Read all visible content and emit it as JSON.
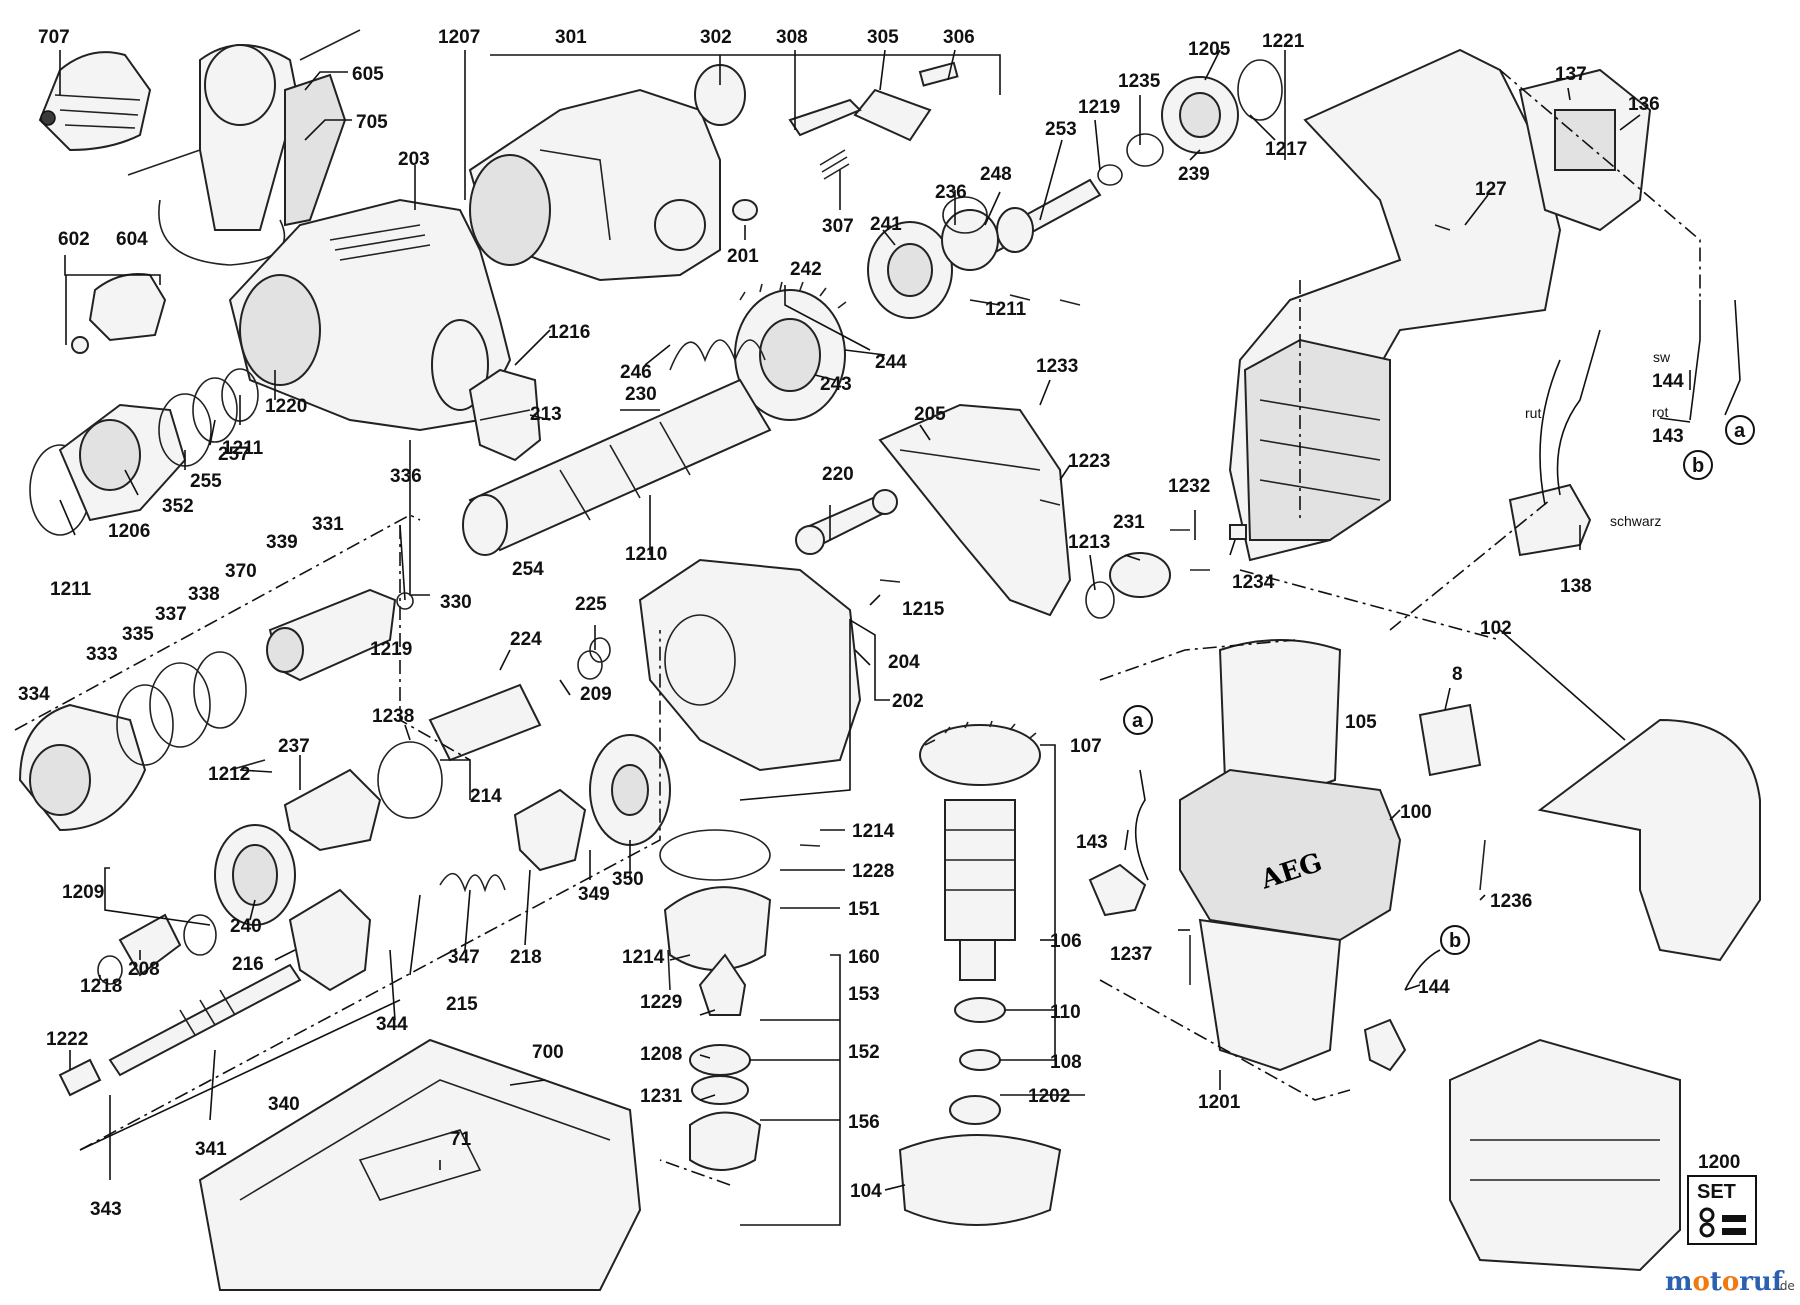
{
  "labels": {
    "p707": "707",
    "p605": "605",
    "p705": "705",
    "p203": "203",
    "p1207": "1207",
    "p301": "301",
    "p302": "302",
    "p308": "308",
    "p305": "305",
    "p306": "306",
    "p1205": "1205",
    "p1221": "1221",
    "p1235": "1235",
    "p1219a": "1219",
    "p253": "253",
    "p1217": "1217",
    "p239": "239",
    "p137": "137",
    "p136": "136",
    "p127": "127",
    "p307": "307",
    "p201": "201",
    "p236": "236",
    "p248": "248",
    "p241": "241",
    "p1211a": "1211",
    "p602": "602",
    "p604": "604",
    "p242": "242",
    "p244": "244",
    "p1216": "1216",
    "p246": "246",
    "p243": "243",
    "p230": "230",
    "p1233": "1233",
    "p205": "205",
    "p1211b": "1211",
    "p1220": "1220",
    "p213": "213",
    "p257": "257",
    "p255": "255",
    "p352": "352",
    "p1206": "1206",
    "p1211c": "1211",
    "p336": "336",
    "p331": "331",
    "p339": "339",
    "p370": "370",
    "p338": "338",
    "p337": "337",
    "p335": "335",
    "p333": "333",
    "p334": "334",
    "p254": "254",
    "p330": "330",
    "p1219b": "1219",
    "p1223": "1223",
    "p220": "220",
    "p1210": "1210",
    "p1232": "1232",
    "p231": "231",
    "p1213": "1213",
    "p1234": "1234",
    "p1215": "1215",
    "p225": "225",
    "p224": "224",
    "p209": "209",
    "p204": "204",
    "p202": "202",
    "p138": "138",
    "p102": "102",
    "p144a": "144",
    "p143a": "143",
    "p1238": "1238",
    "p237": "237",
    "p1212": "1212",
    "p214": "214",
    "p1214a": "1214",
    "p1228": "1228",
    "p151": "151",
    "p1209": "1209",
    "p240": "240",
    "p208": "208",
    "p1218": "1218",
    "p216": "216",
    "p349": "349",
    "p350": "350",
    "p218": "218",
    "p347": "347",
    "p215": "215",
    "p344": "344",
    "p1214b": "1214",
    "p160": "160",
    "p1229": "1229",
    "p153": "153",
    "p1222": "1222",
    "p340": "340",
    "p341": "341",
    "p343": "343",
    "p700": "700",
    "p71": "71",
    "p1208": "1208",
    "p152": "152",
    "p1231": "1231",
    "p156": "156",
    "p107": "107",
    "p106": "106",
    "p110": "110",
    "p108": "108",
    "p1202": "1202",
    "p104": "104",
    "p105": "105",
    "p8": "8",
    "p100": "100",
    "p1236": "1236",
    "p143b": "143",
    "p1237": "1237",
    "p144b": "144",
    "p1201": "1201",
    "p1200": "1200"
  },
  "callouts": {
    "a1": "a",
    "b1": "b",
    "a2": "a",
    "b2": "b"
  },
  "wire_labels": {
    "sw": "sw",
    "rot": "rot",
    "rut": "rut",
    "schwarz": "schwarz"
  },
  "set_badge": {
    "text": "SET"
  },
  "housing_brand": "AEG",
  "watermark": {
    "main": "motoruf",
    "suffix": ".de"
  },
  "colors": {
    "ink": "#111111",
    "watermark_blue": "#2b5fb0",
    "watermark_orange": "#f07a12"
  }
}
